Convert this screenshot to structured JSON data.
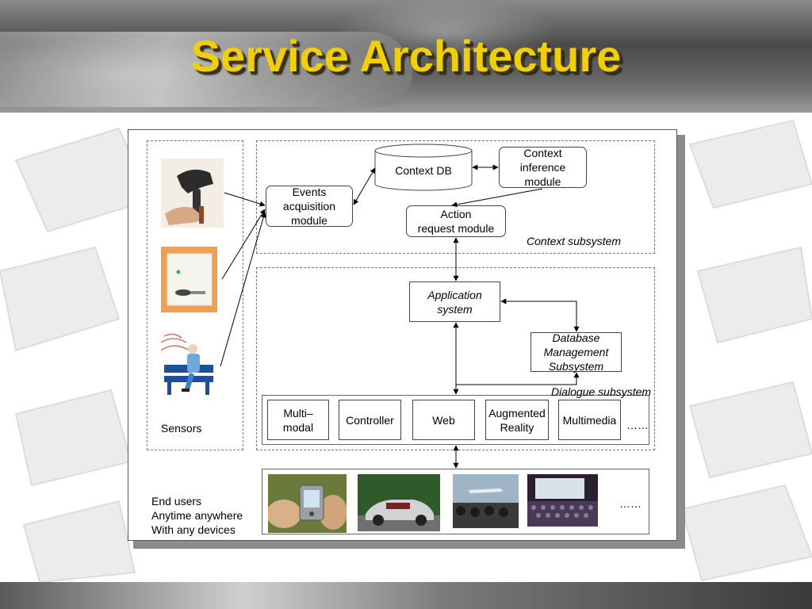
{
  "slide": {
    "title": "Service Architecture"
  },
  "context_subsystem": {
    "label": "Context subsystem",
    "context_db": "Context DB",
    "inference_module": "Context\ninference\nmodule",
    "events_module": "Events\nacquisition\nmodule",
    "action_module": "Action\nrequest module"
  },
  "dialogue_subsystem": {
    "label": "Dialogue subsystem",
    "application_system": "Application\nsystem",
    "dbms": "Database\nManagement\nSubsystem",
    "components": [
      {
        "label": "Multi–\nmodal"
      },
      {
        "label": "Controller"
      },
      {
        "label": "Web"
      },
      {
        "label": "Augmented\nReality"
      },
      {
        "label": "Multimedia"
      }
    ],
    "ellipsis": "……"
  },
  "sensors": {
    "label": "Sensors",
    "icons": [
      "barcode-scanner-icon",
      "rfid-reader-icon",
      "person-on-bench-icon"
    ]
  },
  "end_users": {
    "lines": [
      "End users",
      "Anytime anywhere",
      "With any devices"
    ],
    "ellipsis": "……",
    "icons": [
      "pda-photo",
      "car-photo",
      "airport-audience-photo",
      "theater-photo"
    ]
  },
  "colors": {
    "title": "#f2d000",
    "panel_border": "#c2272d",
    "banner": "#5a5a5a"
  }
}
